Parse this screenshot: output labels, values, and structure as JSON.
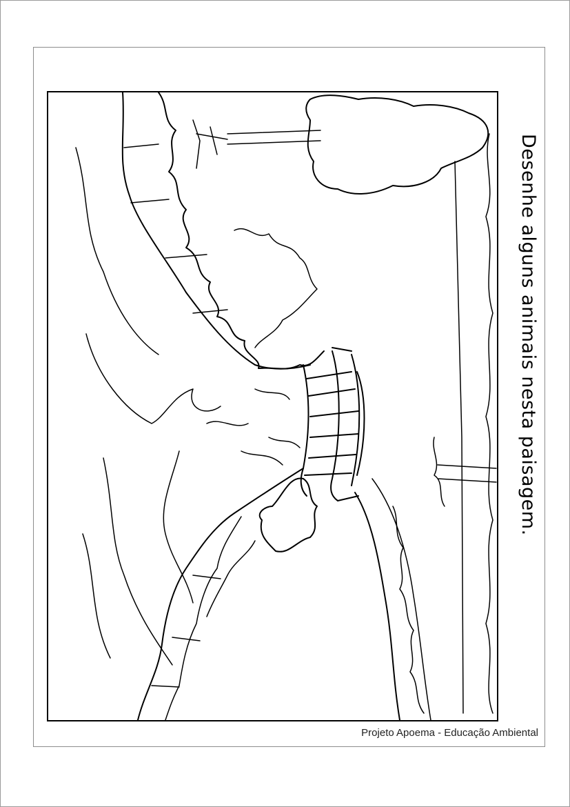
{
  "instruction": {
    "text": "Desenhe alguns animais nesta paisagem."
  },
  "footer": {
    "credit": "Projeto Apoema - Educação Ambiental"
  },
  "illustration": {
    "style": "black line-art coloring page",
    "orientation": "rotated 90 degrees clockwise",
    "elements": [
      "river",
      "wooden-bridge",
      "trees",
      "bushes",
      "riverbanks",
      "distant-hills"
    ]
  },
  "colors": {
    "line": "#000000",
    "background": "#ffffff",
    "frame": "#8c8c8c"
  }
}
